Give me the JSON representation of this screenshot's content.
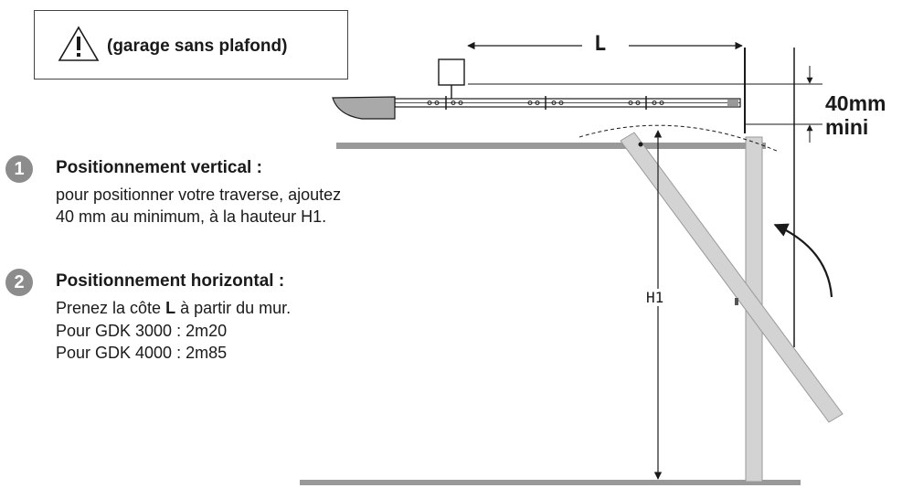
{
  "warning": {
    "icon": "warning-triangle-icon",
    "text": "(garage sans plafond)"
  },
  "steps": [
    {
      "number": "1",
      "title": "Positionnement vertical :",
      "lines": [
        "pour positionner votre traverse, ajoutez",
        "40 mm au minimum, à la hauteur H1."
      ]
    },
    {
      "number": "2",
      "title": "Positionnement horizontal :",
      "line1_pre": "Prenez la côte ",
      "line1_bold": "L",
      "line1_post": " à partir du mur.",
      "lines": [
        "Pour GDK 3000 : 2m20",
        "Pour GDK 4000 : 2m85"
      ]
    }
  ],
  "dimensions": {
    "length_label": "L",
    "clearance_line1": "40mm",
    "clearance_line2": "mini",
    "height_label": "H1"
  },
  "colors": {
    "structure": "#999999",
    "step_badge": "#8c8c8c",
    "line": "#1a1a1a"
  }
}
